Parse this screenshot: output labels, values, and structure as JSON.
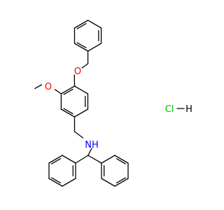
{
  "molecule": {
    "atoms": {
      "ether_oxygen": "O",
      "methoxy_oxygen": "O",
      "amine": "NH"
    },
    "salt": {
      "chlorine": "Cl",
      "hydrogen": "H"
    }
  },
  "colors": {
    "bond": "#000000",
    "oxygen": "#ff0000",
    "nitrogen": "#0000ff",
    "chlorine": "#00bb00",
    "hydrogen": "#000000"
  }
}
